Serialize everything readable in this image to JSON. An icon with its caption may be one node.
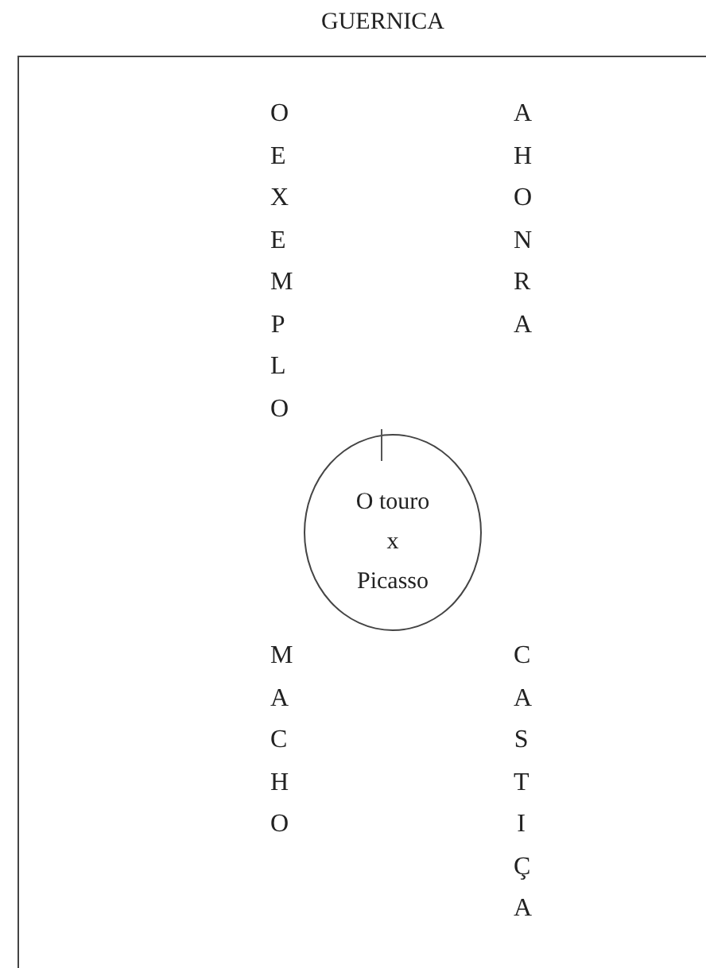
{
  "diagram": {
    "nodes": [
      {
        "text": [
          "GUERNICA"
        ]
      },
      {
        "text": [
          "O touro x Picasso"
        ],
        "in": 0
      }
    ],
    "edges": [],
    "labels": [
      "OEXEMPLO",
      "AHONRA",
      "MACHO",
      "CASTIÇA"
    ]
  }
}
